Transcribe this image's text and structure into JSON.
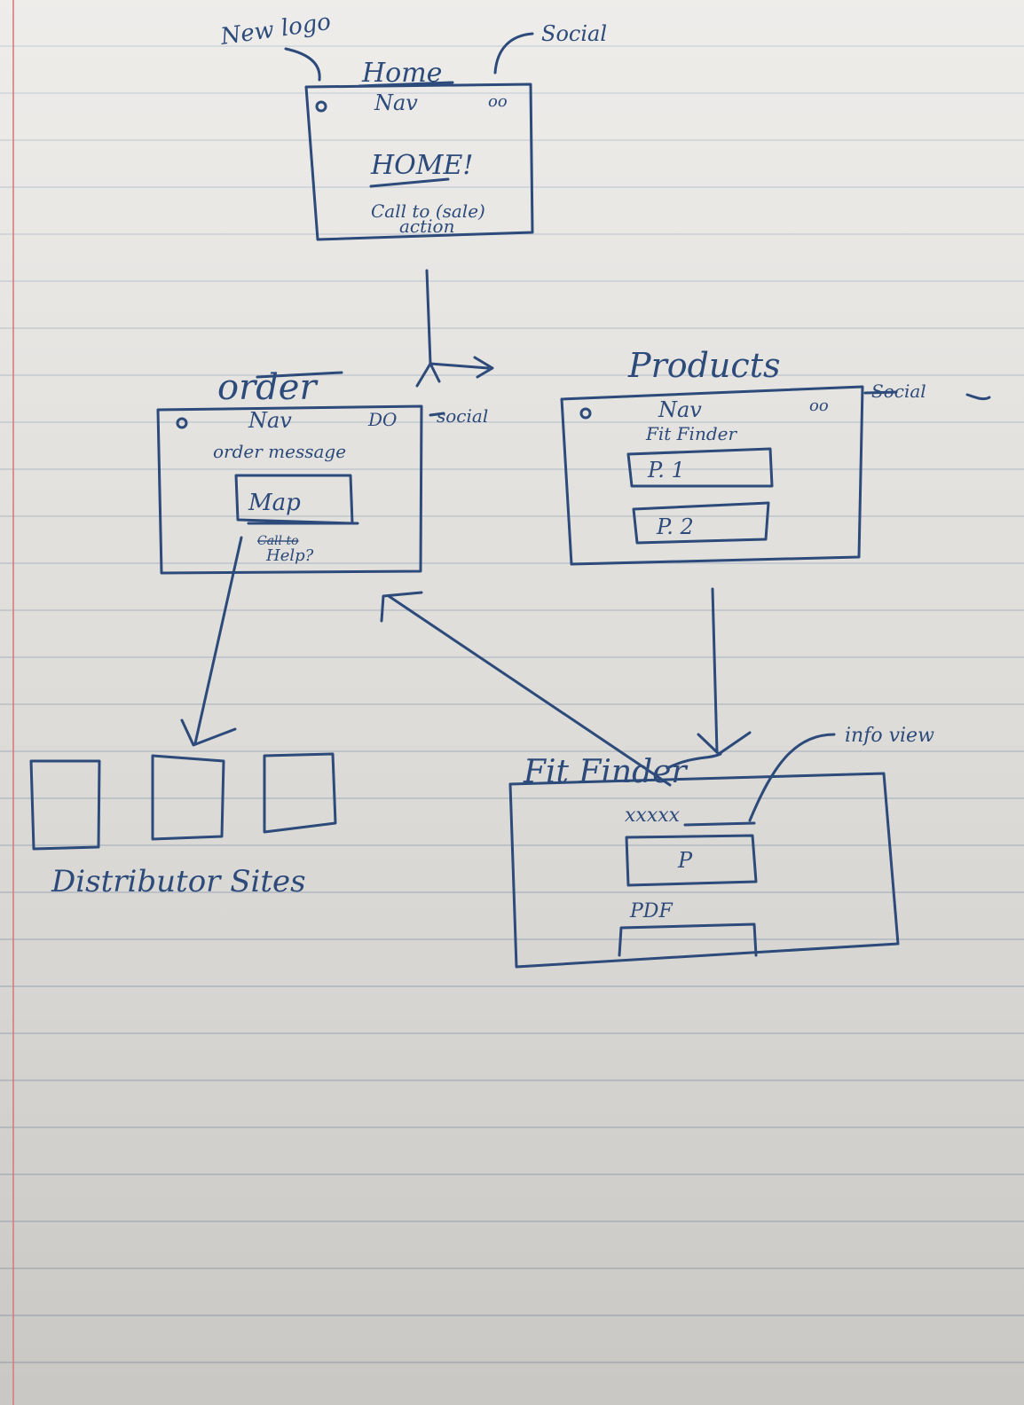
{
  "diagram": {
    "home": {
      "title": "Home",
      "nav": "Nav",
      "heading": "HOME!",
      "cta_line1": "Call to (sale)",
      "cta_line2": "action",
      "annotation_logo": "New logo",
      "annotation_social": "Social"
    },
    "order": {
      "title": "order",
      "nav": "Nav",
      "message": "order message",
      "map": "Map",
      "help_strike": "Call to",
      "help": "Help?",
      "annotation_social": "social"
    },
    "products": {
      "title": "Products",
      "nav": "Nav",
      "fitfinder": "Fit Finder",
      "p1": "P. 1",
      "p2": "P. 2",
      "annotation_social": "Social"
    },
    "distributor": {
      "label": "Distributor Sites"
    },
    "fitfinder": {
      "title": "Fit Finder",
      "scribble": "xxxxx",
      "box_label": "P",
      "pdf": "PDF",
      "annotation_info": "info view"
    }
  },
  "colors": {
    "ink": "#2c4a7a",
    "paper": "#e5e3df",
    "rule": "#c4c9cf",
    "margin": "#d87a7a"
  }
}
